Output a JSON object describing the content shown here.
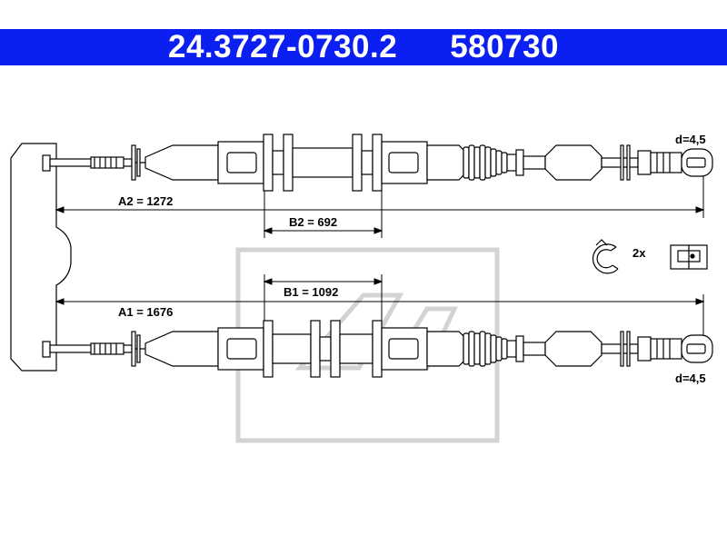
{
  "header": {
    "part_number": "24.3727-0730.2",
    "ref_number": "580730",
    "bg_color": "#0a1ff0"
  },
  "dimensions": {
    "a2": "A2 = 1272",
    "b2": "B2 = 692",
    "b1": "B1 = 1092",
    "a1": "A1 = 1676",
    "d_top": "d=4,5",
    "d_bottom": "d=4,5"
  },
  "accessory": {
    "clip_qty": "2x",
    "clip_icon": "circlip-icon",
    "bracket_icon": "cable-eye-bracket-icon"
  },
  "watermark": {
    "name": "ate-logo-watermark"
  }
}
